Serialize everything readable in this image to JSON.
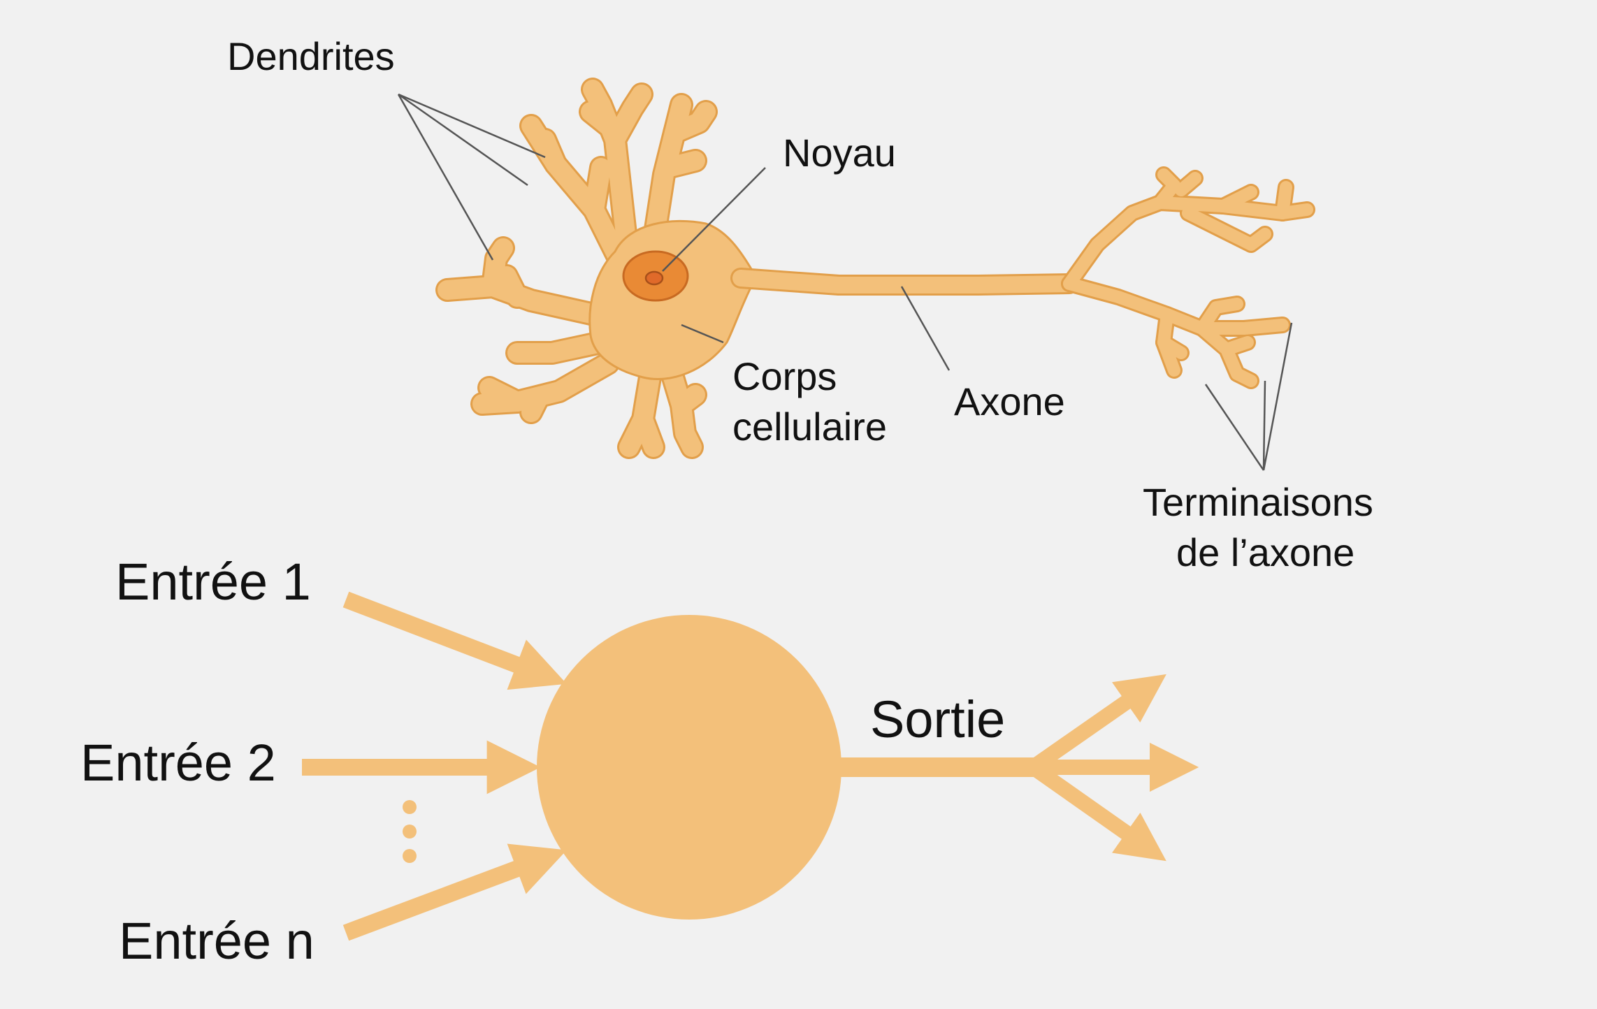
{
  "neuron": {
    "labels": {
      "dendrites": "Dendrites",
      "noyau": "Noyau",
      "corps_line1": "Corps",
      "corps_line2": "cellulaire",
      "axone": "Axone",
      "terminaisons_line1": "Terminaisons",
      "terminaisons_line2": "de l’axone"
    }
  },
  "model": {
    "inputs": [
      "Entrée 1",
      "Entrée 2",
      "Entrée n"
    ],
    "output": "Sortie"
  },
  "colors": {
    "background": "#f1f1f1",
    "neuron_fill": "#f3c07a",
    "neuron_outline": "#e29f4a",
    "nucleus": "#e98a35",
    "nucleolus": "#e06a2a",
    "model_fill": "#f3c07a",
    "leader_line": "#555555"
  }
}
